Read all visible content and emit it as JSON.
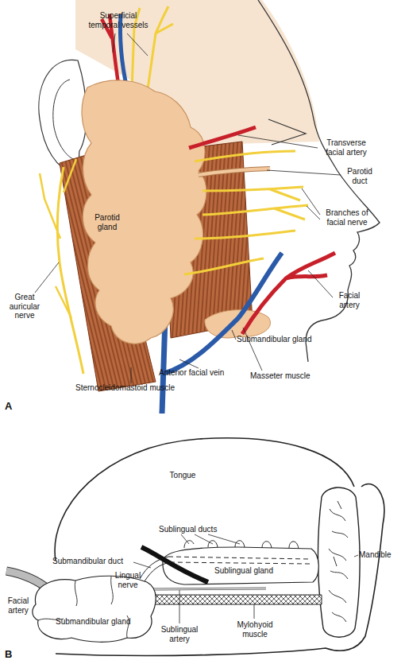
{
  "diagram": {
    "labels": [
      "Superficial temporal vessels",
      "Transverse facial artery",
      "Parotid duct",
      "Parotid gland",
      "Branches of facial nerve",
      "Facial artery",
      "Great auricular nerve",
      "Submandibular gland",
      "Anterior facial vein",
      "Masseter muscle",
      "Sternocleidomastoid muscle",
      "A",
      "Tongue",
      "Sublingual ducts",
      "Mandible",
      "Submandibular duct",
      "Lingual nerve",
      "Facial artery",
      "Sublingual gland",
      "Submandibular gland",
      "Mylohyoid muscle",
      "Sublingual artery",
      "B"
    ]
  }
}
